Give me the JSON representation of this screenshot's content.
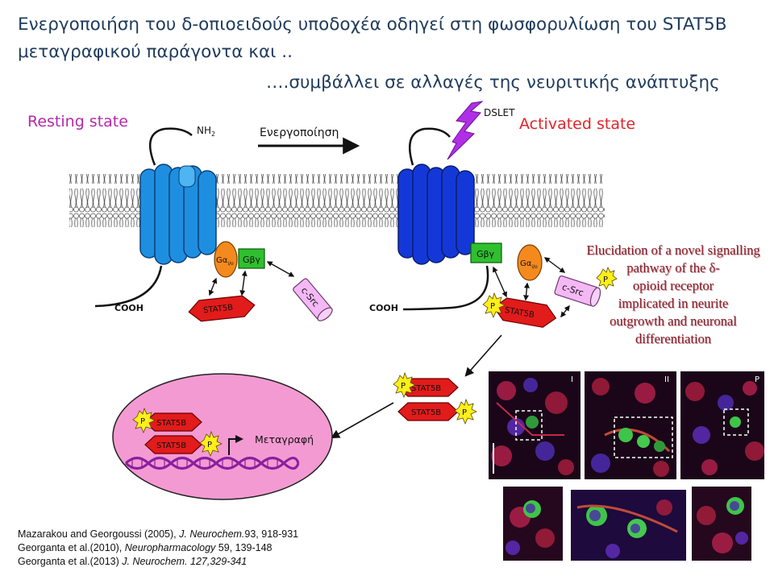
{
  "title": {
    "line1": "Ενεργοποιήση του δ-οπιοειδούς υποδοχέα οδηγεί στη φωσφορυλίωση του STAT5B μεταγραφικού παράγοντα και ..",
    "line2": "….συμβάλλει σε αλλαγές της νευριτικής ανάπτυξης"
  },
  "states": {
    "resting": "Resting state",
    "activated": "Activated state"
  },
  "labels": {
    "activation_arrow": "Ενεργοποίηση",
    "nh2": "NH",
    "nh2_sub": "2",
    "cooh": "COOH",
    "dslet": "DSLET",
    "galpha": "Gα",
    "galpha_sub": "i/o",
    "gbg": "Gβγ",
    "csrc": "c-Src",
    "stat5b": "STAT5B",
    "p": "P",
    "transcription": "Μεταγραφή"
  },
  "elucidation": {
    "line1": "Elucidation of a novel signalling",
    "line2": "pathway of  the δ-",
    "line3": "opioid receptor",
    "line4": "implicated in neurite",
    "line5": "outgrowth and neuronal",
    "line6": "differentiation"
  },
  "micrograph_labels": {
    "panel1": "I",
    "panel2": "II",
    "panel3": "P"
  },
  "references": [
    {
      "authors": "Mazarakou and Georgoussi (2005), ",
      "journal": "J. Neurochem.",
      "details": "93, 918-931"
    },
    {
      "authors": "Georganta et al.(2010), ",
      "journal": "Neuropharmacology",
      "details": " 59, 139-148"
    },
    {
      "authors": "Georganta et al.(2013) ",
      "journal": "J. Neurochem. 127,329-341",
      "details": ""
    }
  ],
  "colors": {
    "title": "#1f3b5c",
    "resting": "#b52aa8",
    "activated": "#e0242a",
    "receptor_resting": "#1e8fe0",
    "receptor_active": "#1438d8",
    "stat5b": "#e21b1b",
    "galpha": "#f48a1e",
    "gbg": "#2fbf2f",
    "csrc": "#f4b8f4",
    "nucleus": "#f49ad2",
    "phospho": "#ffef1a",
    "dslet": "#b02fe6"
  }
}
